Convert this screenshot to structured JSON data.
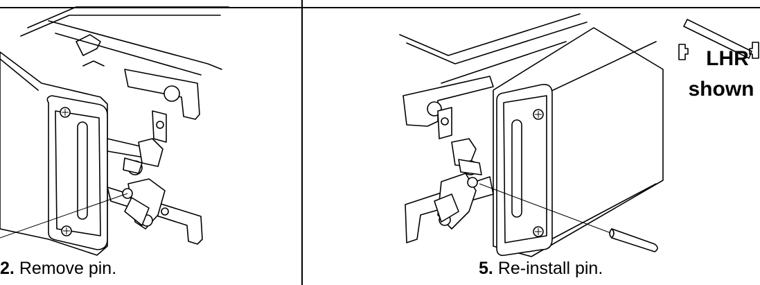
{
  "steps": [
    {
      "number": "2.",
      "text": "Remove pin."
    },
    {
      "number": "5.",
      "text": "Re-install pin."
    }
  ],
  "badge": {
    "line1": "LHR",
    "line2": "shown"
  }
}
